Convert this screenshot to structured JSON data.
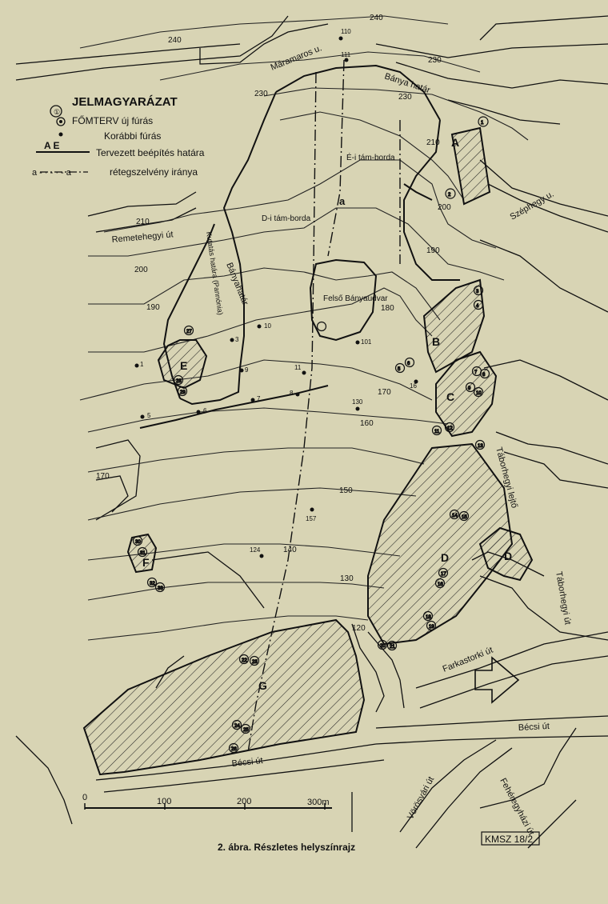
{
  "legend": {
    "title": "JELMAGYARÁZAT",
    "items": [
      {
        "symbol": "①",
        "text": ""
      },
      {
        "symbol": "◉",
        "text": "FŐMTERV új fúrás"
      },
      {
        "symbol": "•",
        "text": "Korábbi fúrás"
      },
      {
        "symbol": "A  E",
        "text": "Tervezett beépítés határa"
      },
      {
        "symbol": "a - · - · - a",
        "text": "rétegszelvény iránya"
      }
    ]
  },
  "streets": {
    "maramaros": "Máramaros u.",
    "banyahatar_top": "Bánya határ",
    "szephegy": "Széphegy u.",
    "remetehegyi": "Remetehegyi út",
    "banyahatar_left": "Bányahatár",
    "kuttatas": "Kutatás határa (Pannónia)",
    "taborhegyi_lejto": "Táborhegyi lejtő",
    "taborhegyi_ut": "Táborhegyi út",
    "farkastorki": "Farkastorki út",
    "becsi_main": "Bécsi út",
    "becsi_right": "Bécsi út",
    "vorosvari": "Vörösvári út",
    "feheregyhazi": "Fehéregyházi út"
  },
  "features": {
    "ei_tamborda": "É-i tám-borda",
    "dl_tamborda": "D-i tám-borda",
    "felso_banyaudvar": "Felső Bányaudvar"
  },
  "contours": [
    "240",
    "240",
    "230",
    "230",
    "230",
    "210",
    "210",
    "200",
    "200",
    "190",
    "190",
    "180",
    "170",
    "170",
    "160",
    "150",
    "140",
    "130",
    "120"
  ],
  "zones": [
    "A",
    "B",
    "C",
    "D",
    "D",
    "E",
    "F",
    "G"
  ],
  "section_marks": [
    "a"
  ],
  "boreholes_old": [
    "1",
    "3",
    "5",
    "6",
    "7",
    "8",
    "9",
    "10",
    "11",
    "16",
    "101",
    "110",
    "111",
    "124",
    "130",
    "157"
  ],
  "boreholes_new": [
    "1",
    "2",
    "3",
    "4",
    "5",
    "6",
    "7",
    "8",
    "9",
    "10",
    "11",
    "12",
    "13",
    "14",
    "15",
    "16",
    "17",
    "18",
    "19",
    "20",
    "21",
    "22",
    "23",
    "24",
    "25",
    "26",
    "27",
    "28",
    "29",
    "30",
    "31",
    "32",
    "33"
  ],
  "scale": {
    "labels": [
      "0",
      "100",
      "200",
      "300m"
    ]
  },
  "figure_caption": "2. ábra. Részletes helyszínrajz",
  "figure_code": "KMSZ 18/2"
}
